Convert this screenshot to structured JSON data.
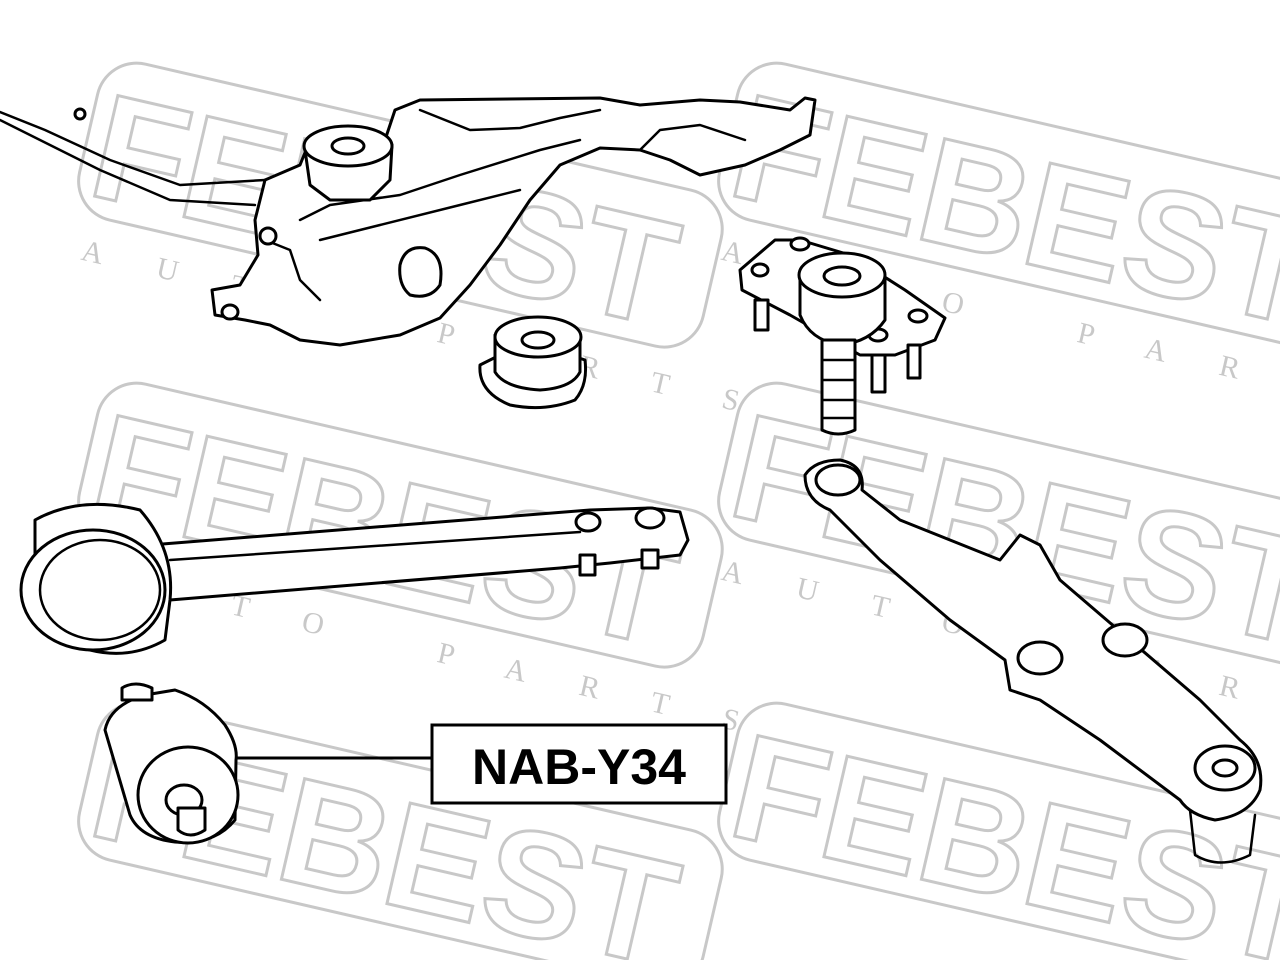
{
  "watermark": {
    "brand": "FEBEST",
    "subtitle": "AUTO PARTS",
    "color": "#c8c8c8"
  },
  "callout": {
    "part_number": "NAB-Y34"
  },
  "colors": {
    "line": "#000000",
    "background": "#ffffff"
  }
}
